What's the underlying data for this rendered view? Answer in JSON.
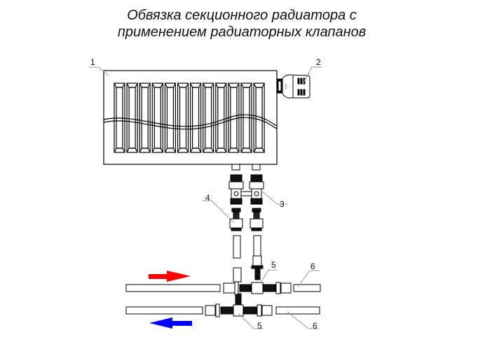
{
  "title": {
    "line1": "Обвязка секционного радиатора с",
    "line2": "применением радиаторных клапанов"
  },
  "callouts": [
    {
      "number": "1",
      "part": "radiator"
    },
    {
      "number": "2",
      "part": "thermostatic-head"
    },
    {
      "number": "3",
      "part": "radiator-valve"
    },
    {
      "number": "4",
      "part": "connector-fitting"
    },
    {
      "number": "5",
      "part": "tee-fitting-supply"
    },
    {
      "number": "5",
      "part": "tee-fitting-return"
    },
    {
      "number": "6",
      "part": "supply-pipe"
    },
    {
      "number": "6",
      "part": "return-pipe"
    }
  ],
  "colors": {
    "supply_arrow": "#ff0000",
    "return_arrow": "#0000ff",
    "line": "#000000",
    "leader": "#9a9a9a"
  },
  "radiator": {
    "sections": 12
  }
}
